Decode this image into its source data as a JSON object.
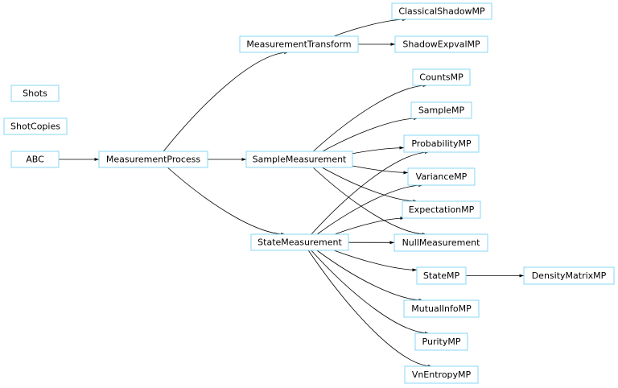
{
  "nodes": {
    "shots": "Shots",
    "shotcopies": "ShotCopies",
    "abc": "ABC",
    "measurementprocess": "MeasurementProcess",
    "measurementtransform": "MeasurementTransform",
    "samplemeasurement": "SampleMeasurement",
    "statemeasurement": "StateMeasurement",
    "classicalshadowmp": "ClassicalShadowMP",
    "shadowexpvalmp": "ShadowExpvalMP",
    "countsmp": "CountsMP",
    "samplemp": "SampleMP",
    "probabilitymp": "ProbabilityMP",
    "variancemp": "VarianceMP",
    "expectationmp": "ExpectationMP",
    "nullmeasurement": "NullMeasurement",
    "statemp": "StateMP",
    "densitymatrixmp": "DensityMatrixMP",
    "mutualinfomp": "MutualInfoMP",
    "puritymp": "PurityMP",
    "vnentropymp": "VnEntropyMP"
  },
  "edges": [
    [
      "abc",
      "measurementprocess"
    ],
    [
      "measurementprocess",
      "measurementtransform"
    ],
    [
      "measurementprocess",
      "samplemeasurement"
    ],
    [
      "measurementprocess",
      "statemeasurement"
    ],
    [
      "measurementtransform",
      "classicalshadowmp"
    ],
    [
      "measurementtransform",
      "shadowexpvalmp"
    ],
    [
      "samplemeasurement",
      "countsmp"
    ],
    [
      "samplemeasurement",
      "samplemp"
    ],
    [
      "samplemeasurement",
      "probabilitymp"
    ],
    [
      "samplemeasurement",
      "variancemp"
    ],
    [
      "samplemeasurement",
      "expectationmp"
    ],
    [
      "samplemeasurement",
      "nullmeasurement"
    ],
    [
      "statemeasurement",
      "probabilitymp"
    ],
    [
      "statemeasurement",
      "variancemp"
    ],
    [
      "statemeasurement",
      "expectationmp"
    ],
    [
      "statemeasurement",
      "nullmeasurement"
    ],
    [
      "statemeasurement",
      "statemp"
    ],
    [
      "statemeasurement",
      "mutualinfomp"
    ],
    [
      "statemeasurement",
      "puritymp"
    ],
    [
      "statemeasurement",
      "vnentropymp"
    ],
    [
      "statemp",
      "densitymatrixmp"
    ]
  ],
  "colors": {
    "node_border": "#87d7f5",
    "edge": "#000000",
    "background": "#ffffff"
  }
}
